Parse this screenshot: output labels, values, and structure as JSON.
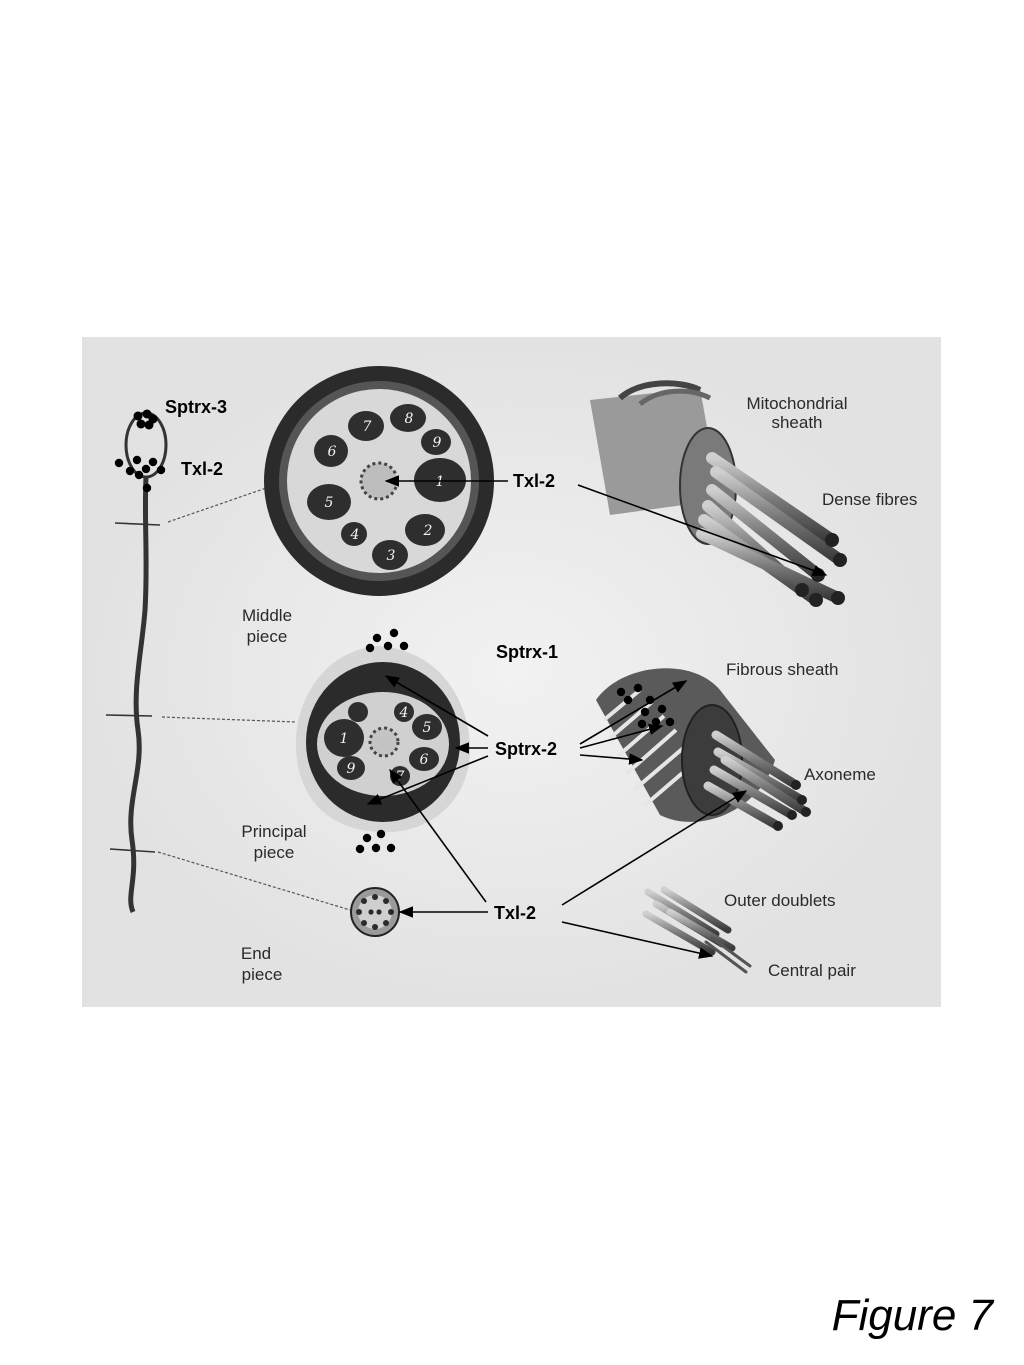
{
  "plate_labels": {
    "mito_sheath_1": "Mitochondrial",
    "mito_sheath_2": "sheath",
    "dense_fibres": "Dense  fibres",
    "middle_1": "Middle",
    "middle_2": "piece",
    "fibrous_sheath": "Fibrous  sheath",
    "axoneme": "Axoneme",
    "principal_1": "Principal",
    "principal_2": "piece",
    "outer_doublets": "Outer  doublets",
    "end_1": "End",
    "end_2": "piece",
    "central_pair": "Central pair"
  },
  "annotations": {
    "sptrx3": "Sptrx-3",
    "txl2_head": "Txl-2",
    "txl2_mid": "Txl-2",
    "sptrx1": "Sptrx-1",
    "sptrx2": "Sptrx-2",
    "txl2_low": "Txl-2"
  },
  "fibre_numbers_middle": [
    "1",
    "2",
    "3",
    "4",
    "5",
    "6",
    "7",
    "8",
    "9"
  ],
  "fibre_numbers_principal": [
    "1",
    "4",
    "5",
    "6",
    "7",
    "9"
  ],
  "caption": "Figure 7",
  "colors": {
    "plate": "#ececec",
    "dark": "#2b2b2b",
    "arrow": "#000000"
  }
}
